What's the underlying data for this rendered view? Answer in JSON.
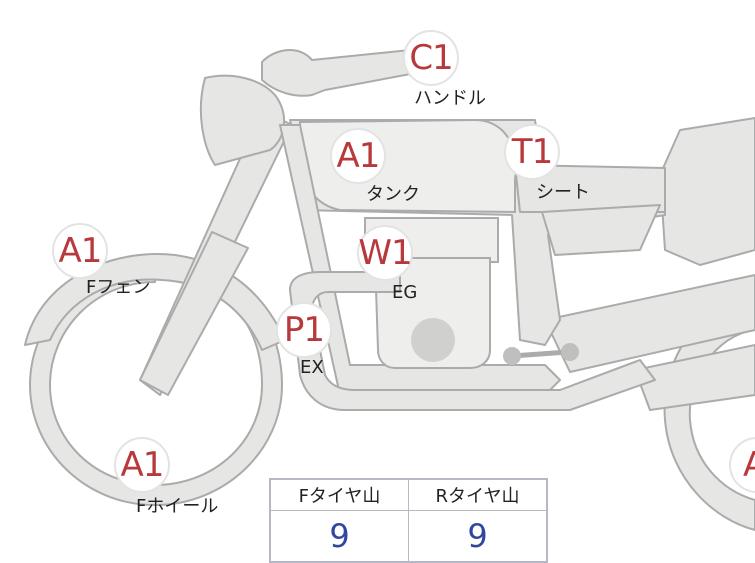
{
  "parts": [
    {
      "id": "handle",
      "code": "C1",
      "label": "ハンドル"
    },
    {
      "id": "tank",
      "code": "A1",
      "label": "タンク"
    },
    {
      "id": "seat",
      "code": "T1",
      "label": "シート"
    },
    {
      "id": "front-fender",
      "code": "A1",
      "label": "Fフェン"
    },
    {
      "id": "engine",
      "code": "W1",
      "label": "EG"
    },
    {
      "id": "exhaust",
      "code": "P1",
      "label": "EX"
    },
    {
      "id": "front-wheel",
      "code": "A1",
      "label": "Fホイール"
    },
    {
      "id": "rear-partial",
      "code": "A",
      "label": ""
    }
  ],
  "tread_table": {
    "headers": [
      "Fタイヤ山",
      "Rタイヤ山"
    ],
    "values": [
      "9",
      "9"
    ]
  },
  "colors": {
    "code_red": "#b8383b",
    "value_blue": "#2f47a0",
    "bike_fill": "#e6e6e4",
    "bike_stroke": "#a9acab"
  }
}
